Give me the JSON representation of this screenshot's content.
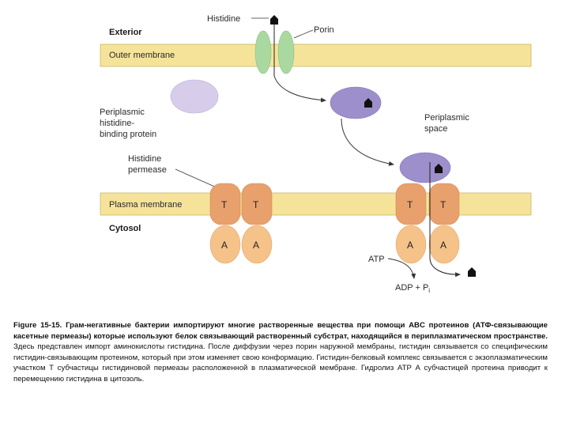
{
  "diagram": {
    "labels": {
      "exterior": "Exterior",
      "outer_membrane": "Outer membrane",
      "histidine": "Histidine",
      "porin": "Porin",
      "periplasmic_protein": [
        "Periplasmic",
        "histidine-",
        "binding protein"
      ],
      "periplasmic_space": [
        "Periplasmic",
        "space"
      ],
      "histidine_permease": [
        "Histidine",
        "permease"
      ],
      "plasma_membrane": "Plasma membrane",
      "cytosol": "Cytosol",
      "atp": "ATP",
      "adp": "ADP + P",
      "adp_sub": "i"
    },
    "subunits": {
      "t": "T",
      "a": "A"
    },
    "colors": {
      "membrane": "#f6e39a",
      "porin": "#a9d9a0",
      "binding_protein_free": "#d7cdea",
      "binding_protein_bound": "#9d8fcb",
      "t_subunit": "#e8a16c",
      "a_subunit": "#f5c289",
      "histidine": "#111111"
    }
  },
  "caption": {
    "figure": "Figure 15-15.",
    "bold_text": "Грам-негативные бактерии импортируют многие растворенные вещества при помощи ABC протеинов (АТФ-связывающие касетные пермеазы) которые используют белок связывающий растворенный субстрат, находящийся в периплазматическом пространстве.",
    "text": "Здесь представлен импорт аминокислоты гистидина. После диффузии через порин наружной мембраны, гистидин связывается со специфическим гистидин-связывающим протеином, который при этом изменяет свою конформацию. Гистидин-белковый комплекс связывается с экзоплазматическим участком Т субчастицы гистидиновой пермеазы расположенной в плазматической мембране. Гидролиз АТР А субчастицей протеина приводит к перемещению гистидина в цитозоль."
  }
}
